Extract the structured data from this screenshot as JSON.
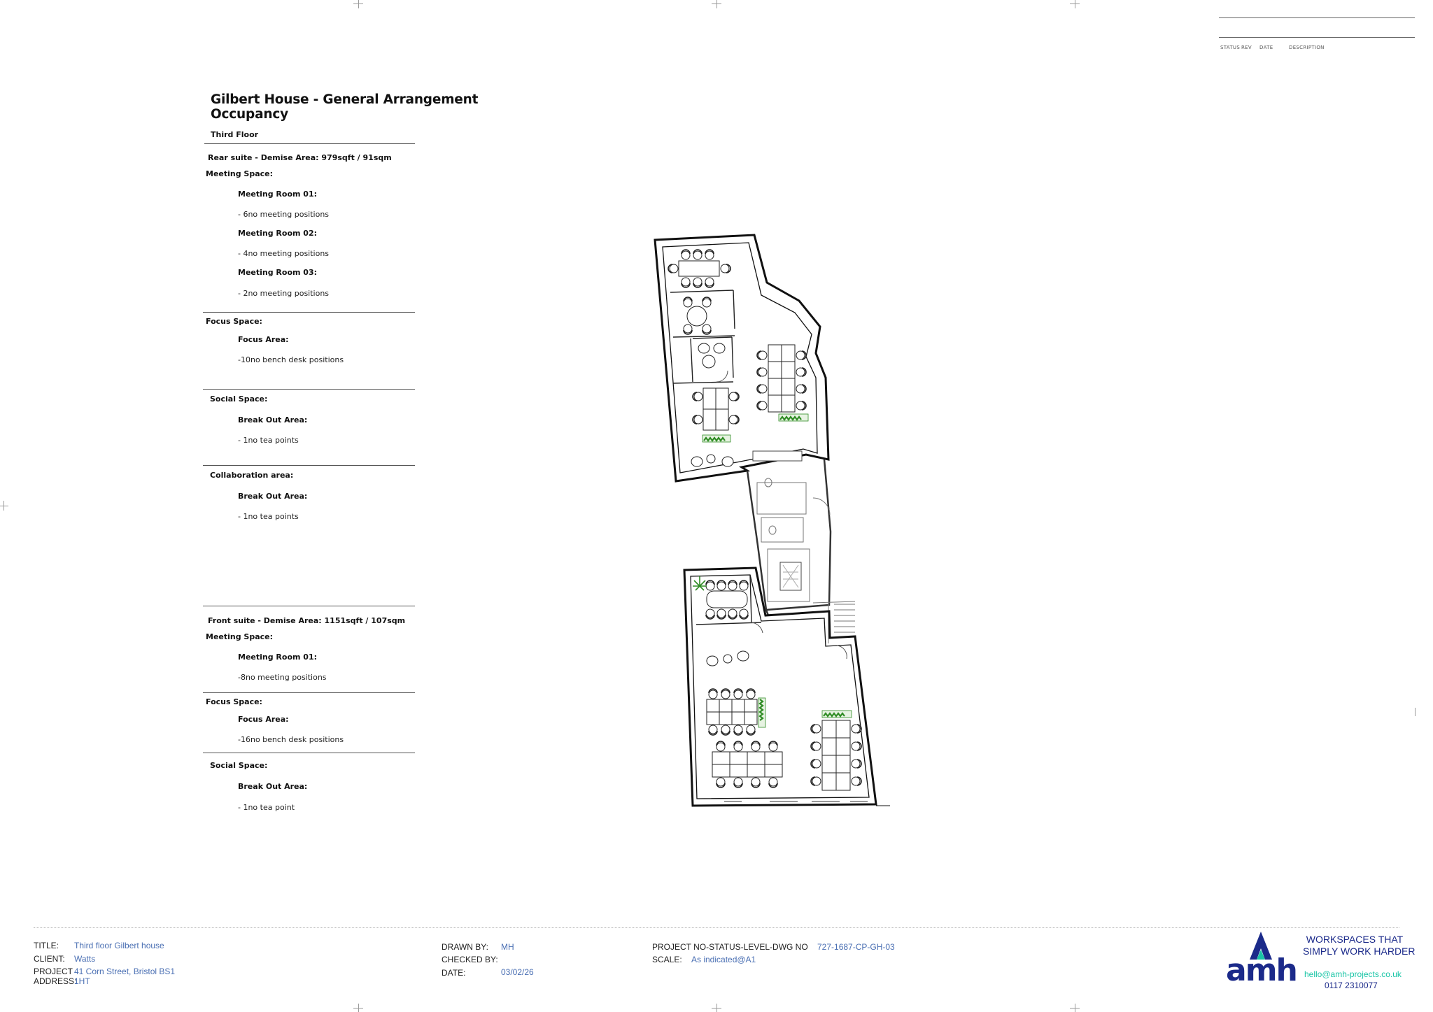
{
  "sheet": {
    "title_line1": "Gilbert House - General Arrangement",
    "title_line2": "Occupancy",
    "floor": "Third Floor"
  },
  "rear_suite": {
    "heading": "Rear suite - Demise Area: 979sqft / 91sqm",
    "meeting_heading": "Meeting Space:",
    "room1_label": "Meeting Room 01:",
    "room1_value": "- 6no meeting positions",
    "room2_label": "Meeting Room 02:",
    "room2_value": "- 4no meeting positions",
    "room3_label": "Meeting Room 03:",
    "room3_value": "- 2no meeting positions",
    "focus_heading": "Focus Space:",
    "focus_label": "Focus Area:",
    "focus_value": "-10no bench desk positions",
    "social_heading": "Social Space:",
    "social_label": "Break Out Area:",
    "social_value": "- 1no tea points",
    "collab_heading": "Collaboration area:",
    "collab_label": "Break Out Area:",
    "collab_value": "- 1no tea points"
  },
  "front_suite": {
    "heading": "Front suite - Demise Area: 1151sqft / 107sqm",
    "meeting_heading": "Meeting Space:",
    "room1_label": "Meeting Room 01:",
    "room1_value": "-8no meeting positions",
    "focus_heading": "Focus Space:",
    "focus_label": "Focus Area:",
    "focus_value": "-16no bench desk positions",
    "social_heading": "Social Space:",
    "social_label": "Break Out Area:",
    "social_value": "- 1no tea point"
  },
  "revision_block": {
    "status": "STATUS",
    "rev": "REV",
    "date": "DATE",
    "description": "DESCRIPTION"
  },
  "title_block": {
    "title_label": "TITLE:",
    "title_value": "Third floor Gilbert house",
    "client_label": "CLIENT:",
    "client_value": "Watts",
    "address_label_1": "PROJECT",
    "address_label_2": "ADDRESS:",
    "address_value_1": "41 Corn Street, Bristol BS1",
    "address_value_2": "1HT",
    "drawn_label": "DRAWN BY:",
    "drawn_value": "MH",
    "checked_label": "CHECKED BY:",
    "checked_value": "",
    "date_label": "DATE:",
    "date_value": "03/02/26",
    "dwg_label": "PROJECT NO-STATUS-LEVEL-DWG NO",
    "dwg_value": "727-1687-CP-GH-03",
    "scale_label": "SCALE:",
    "scale_value": "As indicated@A1"
  },
  "branding": {
    "logo_text": "amh",
    "tagline_1": "WORKSPACES THAT",
    "tagline_2": "SIMPLY WORK HARDER",
    "email": "hello@amh-projects.co.uk",
    "phone": "0117 2310077",
    "brand_navy": "#1b2a8a",
    "brand_teal": "#19c5a6",
    "planter_green": "#3e9b2f"
  }
}
